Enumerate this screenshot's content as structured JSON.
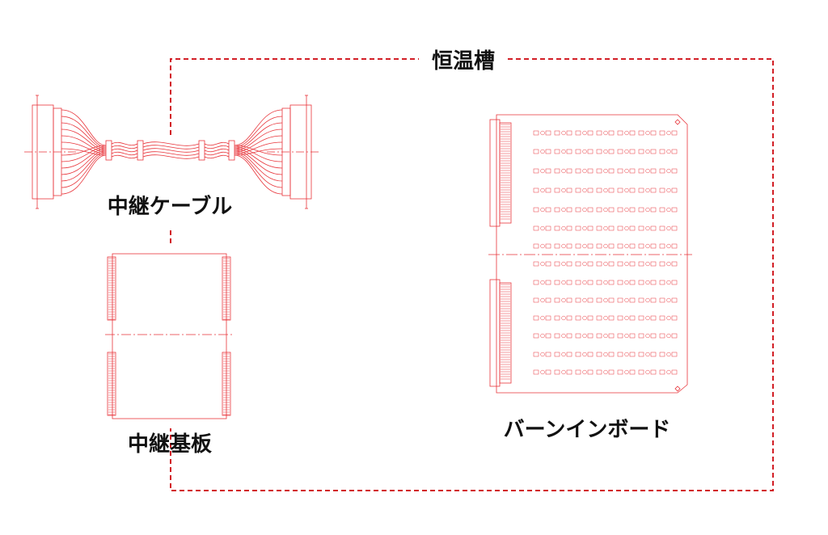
{
  "chamber": {
    "label": "恒温槽"
  },
  "components": {
    "relay_cable": {
      "label": "中継ケーブル"
    },
    "relay_board": {
      "label": "中継基板"
    },
    "burn_in_board": {
      "label": "バーンインボード"
    }
  },
  "colors": {
    "drawing": "#e8343a",
    "boundary": "#d21f26",
    "text": "#111111",
    "background": "#ffffff"
  }
}
